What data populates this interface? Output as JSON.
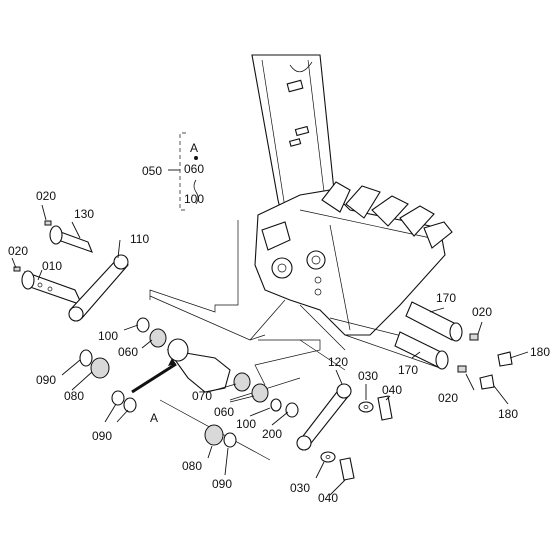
{
  "diagram": {
    "callouts": {
      "c050": "050",
      "cA_top": "A",
      "c060_top": "060",
      "c100_top": "100",
      "c020_a": "020",
      "c130": "130",
      "c020_b": "020",
      "c010": "010",
      "c110": "110",
      "c100_mid": "100",
      "c060_mid": "060",
      "c090_left": "090",
      "c080_left": "080",
      "c090_lower": "090",
      "cA_low": "A",
      "c070": "070",
      "c060_low": "060",
      "c100_low": "100",
      "c200": "200",
      "c080_bot": "080",
      "c090_bot": "090",
      "c170_top": "170",
      "c020_r1": "020",
      "c180_a": "180",
      "c170_mid": "170",
      "c020_r2": "020",
      "c180_b": "180",
      "c120": "120",
      "c030_a": "030",
      "c040_a": "040",
      "c030_b": "030",
      "c040_b": "040"
    }
  }
}
